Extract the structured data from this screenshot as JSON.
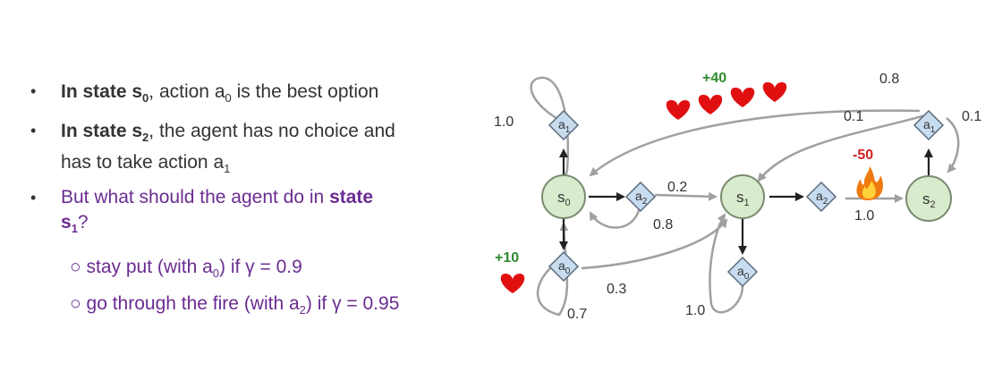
{
  "bullets": {
    "b1": {
      "bold": "In state s",
      "bold_sub": "0",
      "rest": ", action a",
      "rest_sub": "0",
      "tail": " is the best option"
    },
    "b2": {
      "bold": "In state s",
      "bold_sub": "2",
      "line1": ", the agent has no choice and",
      "line2": "has to take action a",
      "line2_sub": "1"
    },
    "b3": {
      "line1": "But what should the agent do in ",
      "bold1": "state",
      "bold2": "s",
      "bold2_sub": "1",
      "tail": "?"
    },
    "s1": {
      "pre": "stay put (with a",
      "sub": "0",
      "post": ") if γ = 0.9"
    },
    "s2": {
      "pre": "go through the fire (with a",
      "sub": "2",
      "post": ") if γ = 0.95"
    },
    "bullet_char": "•",
    "sub_bullet_char": "○"
  },
  "diagram": {
    "states": [
      {
        "id": "s0",
        "label": "s",
        "sub": "0"
      },
      {
        "id": "s1",
        "label": "s",
        "sub": "1"
      },
      {
        "id": "s2",
        "label": "s",
        "sub": "2"
      }
    ],
    "actions": [
      {
        "id": "s0_a1",
        "label": "a",
        "sub": "1"
      },
      {
        "id": "s0_a2",
        "label": "a",
        "sub": "2"
      },
      {
        "id": "s0_a0",
        "label": "a",
        "sub": "0"
      },
      {
        "id": "s1_a2",
        "label": "a",
        "sub": "2"
      },
      {
        "id": "s1_a0",
        "label": "a",
        "sub": "0"
      },
      {
        "id": "s2_a1",
        "label": "a",
        "sub": "1"
      }
    ],
    "probabilities": {
      "p_s0a1_s0": "1.0",
      "p_s0a2_s1": "0.2",
      "p_s0a2_s0": "0.8",
      "p_s0a0_s1": "0.3",
      "p_s0a0_s0": "0.7",
      "p_s1a0_s1": "1.0",
      "p_s1a2_s2": "1.0",
      "p_s2a1_s0": "0.8",
      "p_s2a1_s1": "0.1",
      "p_s2a1_s2": "0.1"
    },
    "rewards": {
      "r_pos40": "+40",
      "r_pos10": "+10",
      "r_neg50": "-50"
    },
    "colors": {
      "state_fill": "#d8ebcc",
      "state_stroke": "#7a8a70",
      "action_fill": "#c8dcf0",
      "action_stroke": "#5a6a7a",
      "arrow": "#a0a0a0",
      "reward_pos": "#2e8b2e",
      "reward_neg": "#d22222",
      "heart": "#e01010",
      "text_purple": "#6a2c91"
    },
    "icons": {
      "reward": "heart-icon",
      "penalty": "fire-icon"
    }
  }
}
